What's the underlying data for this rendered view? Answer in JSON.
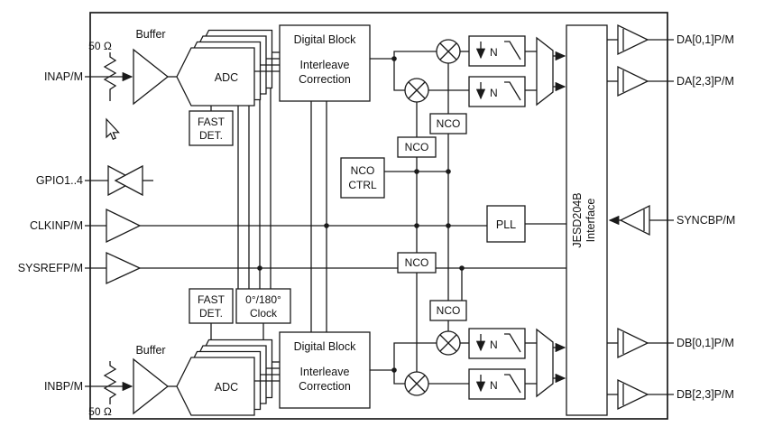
{
  "colors": {
    "line": "#1a1a1a",
    "background": "#ffffff"
  },
  "pins": {
    "left": [
      "INAP/M",
      "GPIO1..4",
      "CLKINP/M",
      "SYSREFP/M",
      "INBP/M"
    ],
    "right": [
      "DA[0,1]P/M",
      "DA[2,3]P/M",
      "SYNCBP/M",
      "DB[0,1]P/M",
      "DB[2,3]P/M"
    ]
  },
  "labels": {
    "buffer": "Buffer",
    "termination": "50 Ω"
  },
  "blocks": {
    "adc": "ADC",
    "fast_det": [
      "FAST",
      "DET."
    ],
    "digital_block": [
      "Digital Block",
      "Interleave",
      "Correction"
    ],
    "nco": "NCO",
    "nco_ctrl": [
      "NCO",
      "CTRL"
    ],
    "pll": "PLL",
    "phase_clock": [
      "0°/180°",
      "Clock"
    ],
    "jesd": [
      "JESD204B",
      "Interface"
    ],
    "decimation_n": "N"
  }
}
